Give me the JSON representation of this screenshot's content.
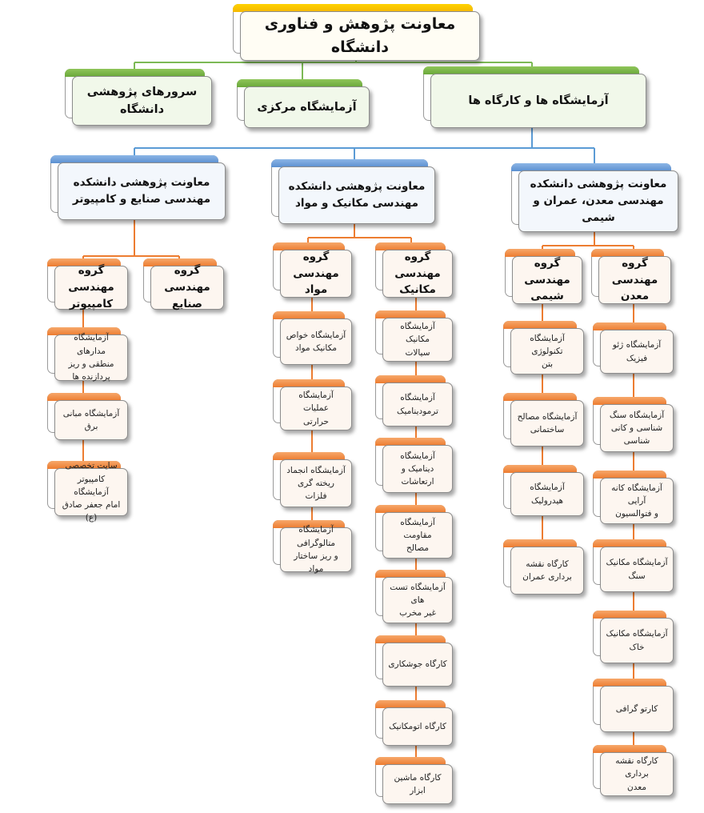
{
  "root": "معاونت پژوهش و فناوری دانشگاه",
  "level1": {
    "servers": [
      "سرورهای پژوهشی",
      "دانشگاه"
    ],
    "central_lab": "آزمایشگاه مرکزی",
    "labs_workshops": "آزمایشگاه ها و کارگاه ها"
  },
  "faculties": {
    "mining": [
      "معاونت پژوهشی دانشکده",
      "مهندسی معدن، عمران و شیمی"
    ],
    "mechanical": [
      "معاونت پژوهشی دانشکده",
      "مهندسی مکانیک و مواد"
    ],
    "industrial": [
      "معاونت پژوهشی دانشکده",
      "مهندسی صنایع و کامپیوتر"
    ]
  },
  "groups": {
    "mining": [
      "گروه مهندسی",
      "معدن"
    ],
    "chemical": [
      "گروه مهندسی",
      "شیمی"
    ],
    "mechanical": [
      "گروه مهندسی",
      "مکانیک"
    ],
    "materials": [
      "گروه مهندسی",
      "مواد"
    ],
    "industrial": [
      "گروه مهندسی",
      "صنایع"
    ],
    "computer": [
      "گروه مهندسی",
      "کامپیوتر"
    ]
  },
  "labs": {
    "mining": [
      [
        "آزمایشگاه ژئو",
        "فیزیک"
      ],
      [
        "آزمایشگاه سنگ",
        "شناسی و کانی",
        "شناسی"
      ],
      [
        "آزمایشگاه کانه آرایی",
        "و فتوالسیون"
      ],
      [
        "آزمایشگاه مکانیک",
        "سنگ"
      ],
      [
        "آزمایشگاه مکانیک",
        "خاک"
      ],
      [
        "کارتو گرافی"
      ],
      [
        "کارگاه نقشه برداری",
        "معدن"
      ]
    ],
    "chemical": [
      [
        "آزمایشگاه تکنولوژی",
        "بتن"
      ],
      [
        "آزمایشگاه مصالح",
        "ساختمانی"
      ],
      [
        "آزمایشگاه هیدرولیک"
      ],
      [
        "کارگاه نقشه",
        "برداری عمران"
      ]
    ],
    "mechanical": [
      [
        "آزمایشگاه مکانیک",
        "سیالات"
      ],
      [
        "آزمایشگاه",
        "ترمودینامیک"
      ],
      [
        "آزمایشگاه دینامیک و",
        "ارتعاشات"
      ],
      [
        "آزمایشگاه مقاومت",
        "مصالح"
      ],
      [
        "آزمایشگاه تست های",
        "غیر مخرب"
      ],
      [
        "کارگاه جوشکاری"
      ],
      [
        "کارگاه اتومکانیک"
      ],
      [
        "کارگاه ماشین ابزار"
      ]
    ],
    "materials": [
      [
        "آزمایشگاه خواص",
        "مکانیک مواد"
      ],
      [
        "آزمایشگاه عملیات",
        "حرارتی"
      ],
      [
        "آزمایشگاه انجماد",
        "ریخته گری فلزات"
      ],
      [
        "آزمایشگاه متالوگرافی",
        "و ریز ساختار مواد"
      ]
    ],
    "computer": [
      [
        "آزمایشگاه مدارهای",
        "منطقی و ریز",
        "پردازنده ها"
      ],
      [
        "آزمایشگاه مبانی برق"
      ],
      [
        "سایت تخصصی",
        "کامپیوتر آزمایشگاه",
        "امام جعفر صادق (ع)"
      ]
    ]
  },
  "colors": {
    "root": "#f5b800",
    "level1": "#6aa83a",
    "faculty": "#5b8fd0",
    "group": "#ec7c30",
    "green_line": "#7cb955",
    "blue_line": "#5b9bd5",
    "orange_line": "#ed7d31"
  }
}
